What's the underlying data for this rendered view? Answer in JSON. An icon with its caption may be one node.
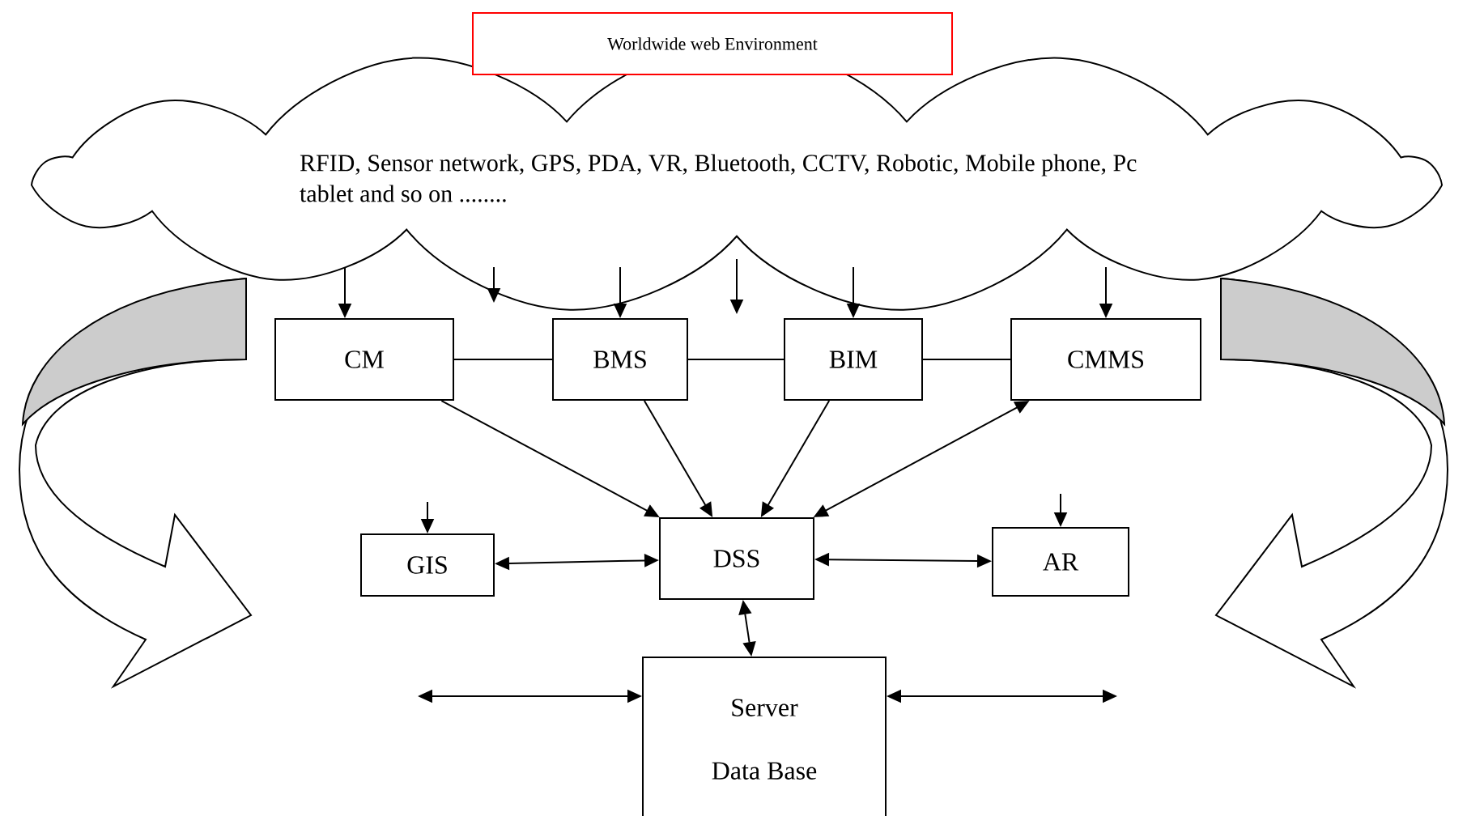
{
  "diagram": {
    "nodes": [
      {
        "text": [
          "Worldwide web Environment"
        ]
      },
      {
        "text": [
          "RFID,  Sensor network,  GPS, PDA, VR, Bluetooth, CCTV, Robotic, Mobile phone, Pc tablet  and so on ........"
        ]
      },
      {
        "text": [
          "CM"
        ]
      },
      {
        "text": [
          "BMS"
        ]
      },
      {
        "text": [
          "BIM"
        ]
      },
      {
        "text": [
          "CMMS"
        ]
      },
      {
        "text": [
          "GIS"
        ]
      },
      {
        "text": [
          "DSS"
        ]
      },
      {
        "text": [
          "AR"
        ]
      },
      {
        "text": [
          "Server",
          "Data Base"
        ]
      }
    ],
    "edges": [
      {
        "from": 1,
        "to": 2,
        "arrow": "to"
      },
      {
        "from": 1,
        "to": 3,
        "arrow": "to"
      },
      {
        "from": 1,
        "to": 4,
        "arrow": "to"
      },
      {
        "from": 1,
        "to": 5,
        "arrow": "to"
      },
      {
        "from": 2,
        "to": 3,
        "arrow": "none"
      },
      {
        "from": 3,
        "to": 4,
        "arrow": "none"
      },
      {
        "from": 4,
        "to": 5,
        "arrow": "none"
      },
      {
        "from": 2,
        "to": 7,
        "arrow": "to"
      },
      {
        "from": 3,
        "to": 7,
        "arrow": "to"
      },
      {
        "from": 4,
        "to": 7,
        "arrow": "to"
      },
      {
        "from": 7,
        "to": 5,
        "arrow": "both"
      },
      {
        "from": null,
        "to": 6,
        "arrow": "to"
      },
      {
        "from": null,
        "to": 8,
        "arrow": "to"
      },
      {
        "from": 6,
        "to": 7,
        "arrow": "both"
      },
      {
        "from": 7,
        "to": 8,
        "arrow": "both"
      },
      {
        "from": 7,
        "to": 9,
        "arrow": "both"
      },
      {
        "from": null,
        "to": 9,
        "arrow": "both"
      },
      {
        "from": 9,
        "to": null,
        "arrow": "both"
      }
    ]
  }
}
